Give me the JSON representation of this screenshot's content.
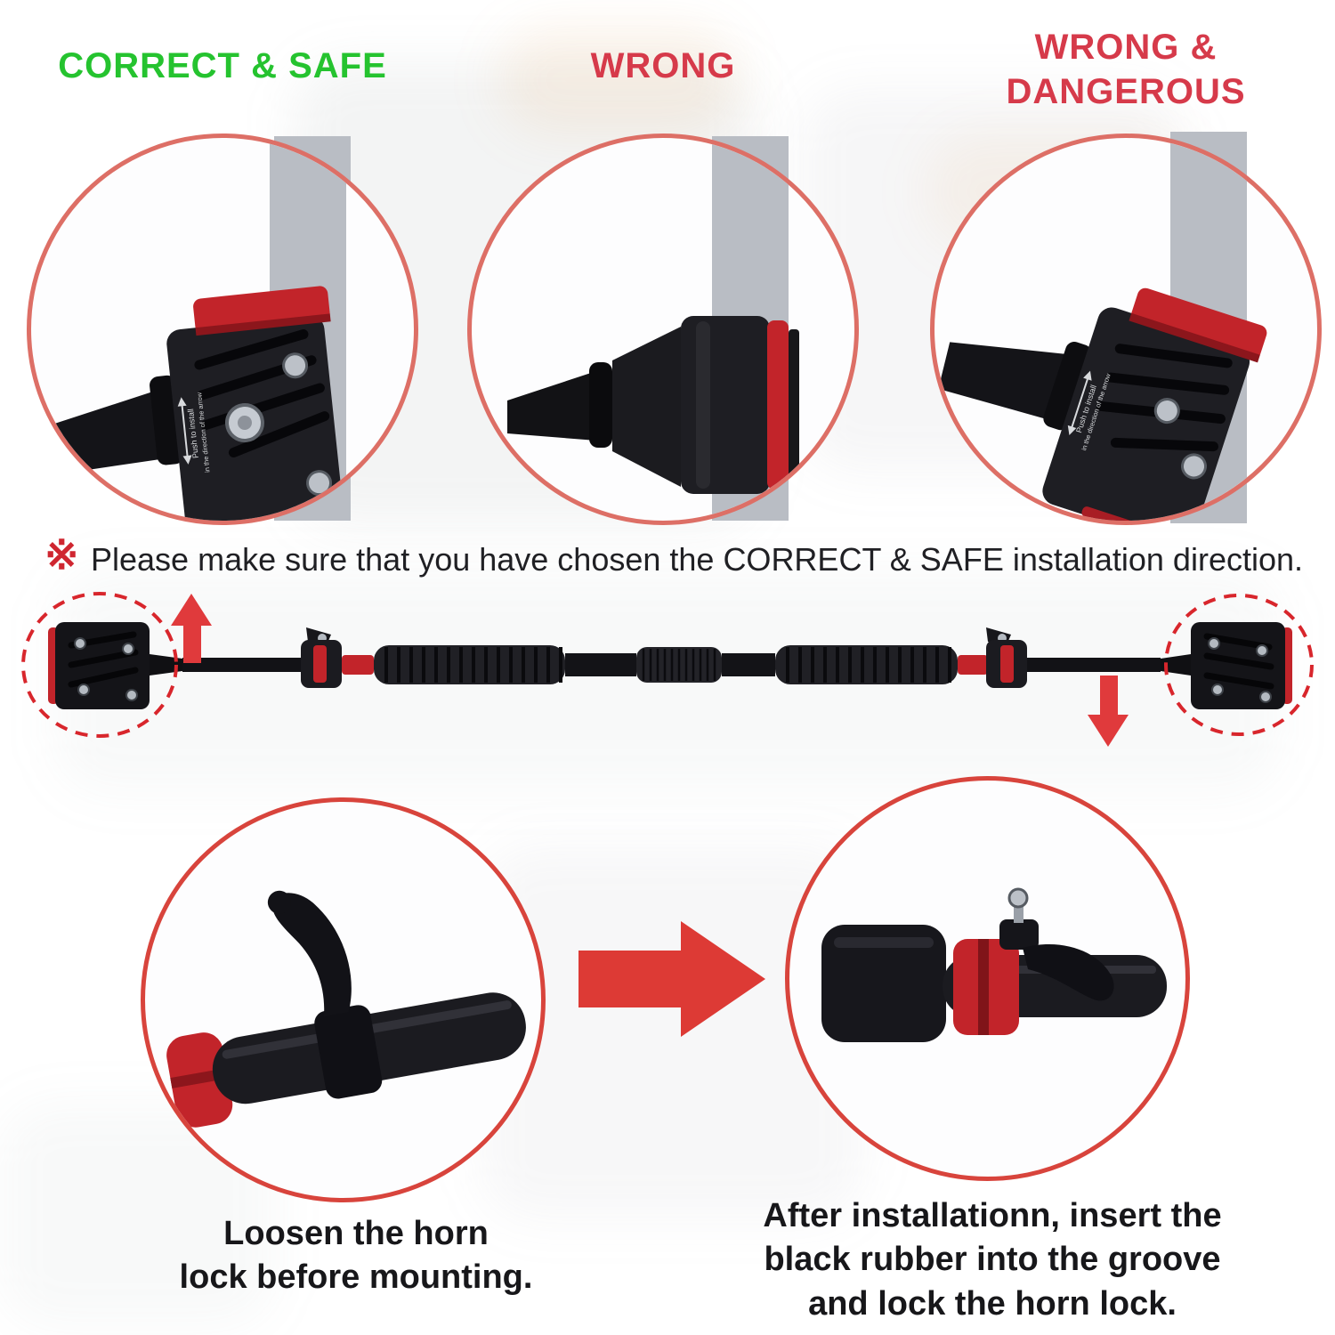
{
  "colors": {
    "correct_green": "#25c32f",
    "warning_red": "#d63a4a",
    "note_red": "#cf2630",
    "top_circle_border": "#dd6f66",
    "bottom_circle_border": "#d8443c",
    "arrow_red": "#e03a3c",
    "product_red": "#c2242a",
    "product_black": "#17171a",
    "door_frame_gray": "#b9bdc4"
  },
  "headers": {
    "correct_safe": "CORRECT & SAFE",
    "wrong": "WRONG",
    "wrong_dangerous_line1": "WRONG &",
    "wrong_dangerous_line2": "DANGEROUS"
  },
  "note": {
    "symbol": "※",
    "text": "Please make sure that you have chosen the CORRECT & SAFE installation direction."
  },
  "bracket_label": {
    "line1": "Push to install",
    "line2": "in the direction of the arrow"
  },
  "captions": {
    "left": {
      "line1": "Loosen the horn",
      "line2": "lock before mounting."
    },
    "right": {
      "line1": "After installationn, insert the",
      "line2": "black rubber into the groove",
      "line3": "and lock the horn lock."
    }
  }
}
